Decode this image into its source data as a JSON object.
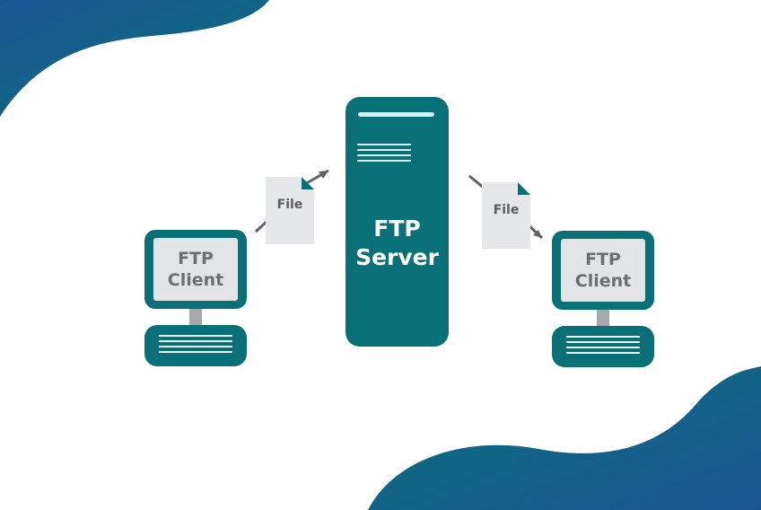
{
  "server": {
    "label_line1": "FTP",
    "label_line2": "Server"
  },
  "clients": [
    {
      "label_line1": "FTP",
      "label_line2": "Client"
    },
    {
      "label_line1": "FTP",
      "label_line2": "Client"
    }
  ],
  "files": [
    {
      "label": "File"
    },
    {
      "label": "File"
    }
  ],
  "colors": {
    "teal": "#0a7078",
    "blue": "#1a5694",
    "screen": "#e3e4e6",
    "document": "#e6e7e9",
    "stand": "#a6a8ab"
  }
}
